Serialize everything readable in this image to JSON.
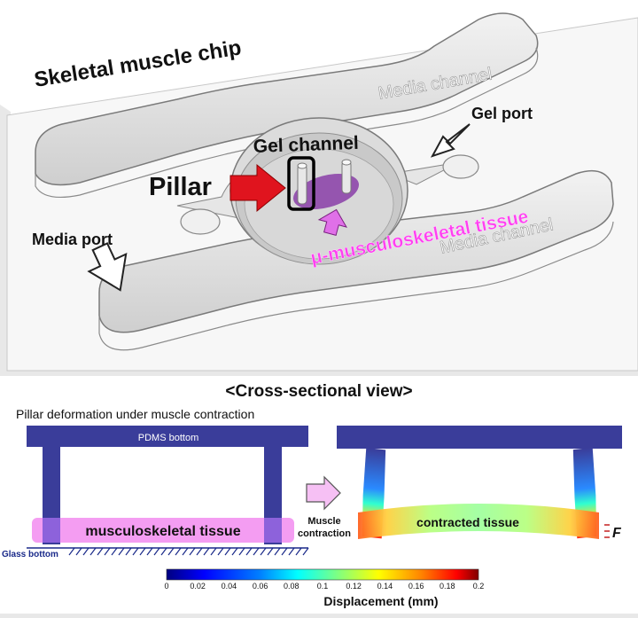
{
  "top_panel": {
    "title": "Skeletal muscle chip",
    "media_channel_top": "Media channel",
    "media_channel_bottom": "Media channel",
    "gel_channel": "Gel channel",
    "gel_port": "Gel port",
    "pillar": "Pillar",
    "media_port": "Media port",
    "tissue": "μ-musculoskeletal tissue"
  },
  "bottom_panel": {
    "title": "<Cross-sectional view>",
    "subtitle": "Pillar deformation under muscle contraction",
    "pdms_bottom": "PDMS bottom",
    "glass_bottom": "Glass bottom",
    "tissue_label": "musculoskeletal tissue",
    "contraction_label_1": "Muscle",
    "contraction_label_2": "contraction",
    "contracted_label": "contracted tissue",
    "force_symbol": "F"
  },
  "colorbar": {
    "ticks": [
      "0",
      "0.02",
      "0.04",
      "0.06",
      "0.08",
      "0.1",
      "0.12",
      "0.14",
      "0.16",
      "0.18",
      "0.2"
    ],
    "label": "Displacement (mm)",
    "colors": [
      "#000080",
      "#0000ff",
      "#0080ff",
      "#00ffff",
      "#80ff80",
      "#ffff00",
      "#ff8000",
      "#ff0000",
      "#800000"
    ]
  },
  "colors": {
    "pdms": "#3a3d9a",
    "tissue_pink": "#f28cf0",
    "pillar_highlight": "#8a3ea8",
    "red_arrow": "#e0141e",
    "pink_arrow": "#e070e8",
    "tissue_text": "#ff40f0"
  }
}
